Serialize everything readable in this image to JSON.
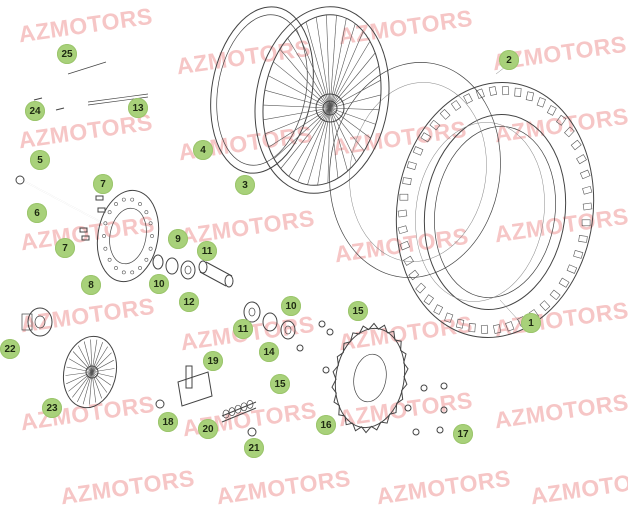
{
  "watermark_text": "AZMOTORS",
  "callouts": [
    "1",
    "2",
    "3",
    "4",
    "5",
    "6",
    "7",
    "7",
    "8",
    "9",
    "10",
    "10",
    "11",
    "11",
    "12",
    "13",
    "14",
    "15",
    "15",
    "16",
    "17",
    "18",
    "19",
    "20",
    "21",
    "22",
    "23",
    "24",
    "25"
  ],
  "colors": {
    "callout_fill": "#a8d17a",
    "watermark": "#f6c6c6",
    "line": "#444444"
  }
}
